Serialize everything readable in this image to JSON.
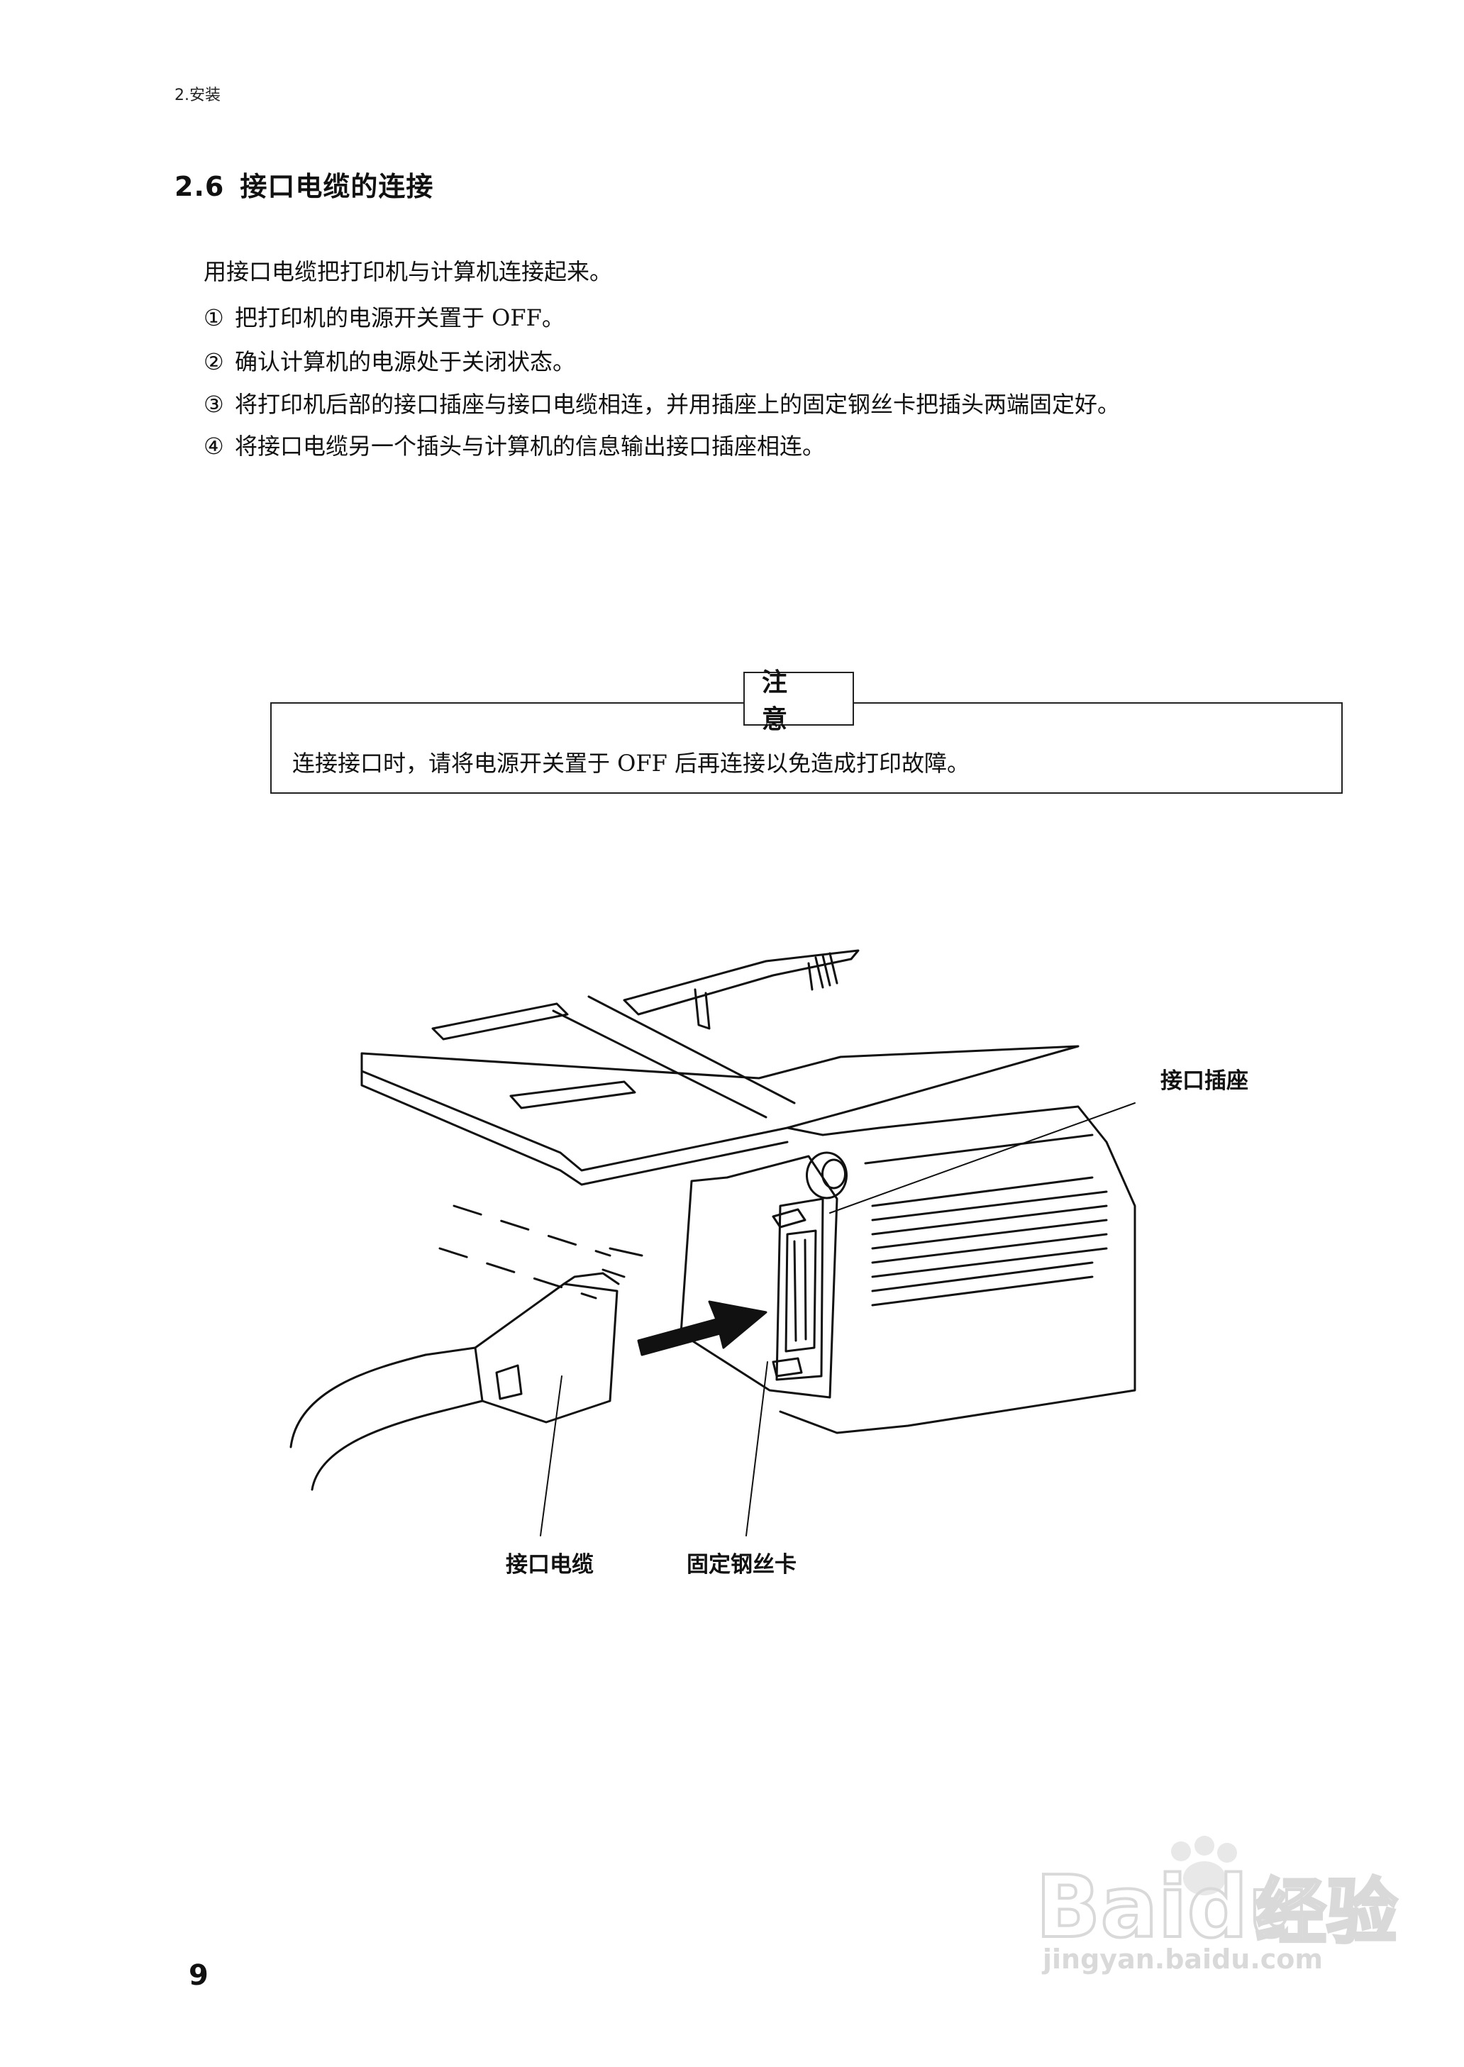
{
  "header": {
    "running_head": "2.安装"
  },
  "section": {
    "number": "2.6",
    "title": "接口电缆的连接"
  },
  "body": {
    "intro": "用接口电缆把打印机与计算机连接起来。",
    "steps": [
      {
        "mark": "①",
        "text": "把打印机的电源开关置于 OFF。"
      },
      {
        "mark": "②",
        "text": "确认计算机的电源处于关闭状态。"
      },
      {
        "mark": "③",
        "text": "将打印机后部的接口插座与接口电缆相连，并用插座上的固定钢丝卡把插头两端固定好。"
      },
      {
        "mark": "④",
        "text": "将接口电缆另一个插头与计算机的信息输出接口插座相连。"
      }
    ]
  },
  "notice": {
    "label": "注 意",
    "text": "连接接口时，请将电源开关置于 OFF 后再连接以免造成打印故障。"
  },
  "figure": {
    "callouts": {
      "socket": "接口插座",
      "cable": "接口电缆",
      "clip": "固定钢丝卡"
    }
  },
  "footer": {
    "page_number": "9"
  },
  "watermark": {
    "brand": "Baidu",
    "brand_cn": "经验",
    "url": "jingyan.baidu.com"
  }
}
